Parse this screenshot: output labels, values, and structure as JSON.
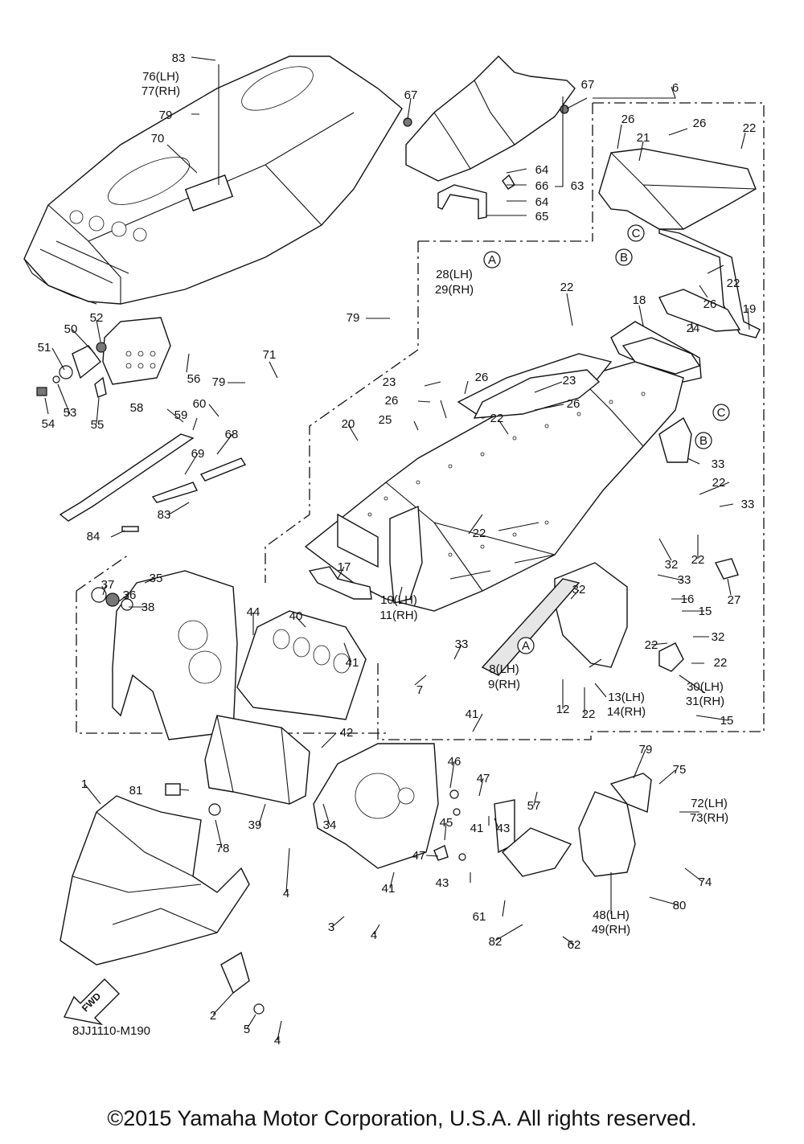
{
  "diagram": {
    "code": "8JJ1110-M190",
    "fwd_label": "FWD",
    "callout_letters": [
      "A",
      "B",
      "C"
    ],
    "part_labels": [
      {
        "id": "p83a",
        "text": "83"
      },
      {
        "id": "p76",
        "text": "76(LH)"
      },
      {
        "id": "p77",
        "text": "77(RH)"
      },
      {
        "id": "p79a",
        "text": "79"
      },
      {
        "id": "p70",
        "text": "70"
      },
      {
        "id": "p67a",
        "text": "67"
      },
      {
        "id": "p67b",
        "text": "67"
      },
      {
        "id": "p6",
        "text": "6"
      },
      {
        "id": "p26a",
        "text": "26"
      },
      {
        "id": "p21",
        "text": "21"
      },
      {
        "id": "p26b",
        "text": "26"
      },
      {
        "id": "p22a",
        "text": "22"
      },
      {
        "id": "p64a",
        "text": "64"
      },
      {
        "id": "p66",
        "text": "66"
      },
      {
        "id": "p63",
        "text": "63"
      },
      {
        "id": "p64b",
        "text": "64"
      },
      {
        "id": "p65",
        "text": "65"
      },
      {
        "id": "p22b",
        "text": "22"
      },
      {
        "id": "p26c",
        "text": "26"
      },
      {
        "id": "p28",
        "text": "28(LH)"
      },
      {
        "id": "p29",
        "text": "29(RH)"
      },
      {
        "id": "p22c",
        "text": "22"
      },
      {
        "id": "p18",
        "text": "18"
      },
      {
        "id": "p19",
        "text": "19"
      },
      {
        "id": "p24",
        "text": "24"
      },
      {
        "id": "p79b",
        "text": "79"
      },
      {
        "id": "p52",
        "text": "52"
      },
      {
        "id": "p50",
        "text": "50"
      },
      {
        "id": "p51",
        "text": "51"
      },
      {
        "id": "p56",
        "text": "56"
      },
      {
        "id": "p54",
        "text": "54"
      },
      {
        "id": "p53",
        "text": "53"
      },
      {
        "id": "p55",
        "text": "55"
      },
      {
        "id": "p71",
        "text": "71"
      },
      {
        "id": "p79c",
        "text": "79"
      },
      {
        "id": "p23a",
        "text": "23"
      },
      {
        "id": "p26d",
        "text": "26"
      },
      {
        "id": "p23b",
        "text": "23"
      },
      {
        "id": "p26e",
        "text": "26"
      },
      {
        "id": "p26f",
        "text": "26"
      },
      {
        "id": "p25",
        "text": "25"
      },
      {
        "id": "p22d",
        "text": "22"
      },
      {
        "id": "p60",
        "text": "60"
      },
      {
        "id": "p58",
        "text": "58"
      },
      {
        "id": "p59",
        "text": "59"
      },
      {
        "id": "p20",
        "text": "20"
      },
      {
        "id": "p68",
        "text": "68"
      },
      {
        "id": "p69",
        "text": "69"
      },
      {
        "id": "p33a",
        "text": "33"
      },
      {
        "id": "p22e",
        "text": "22"
      },
      {
        "id": "p33b",
        "text": "33"
      },
      {
        "id": "p83b",
        "text": "83"
      },
      {
        "id": "p22f",
        "text": "22"
      },
      {
        "id": "p84",
        "text": "84"
      },
      {
        "id": "p32a",
        "text": "32"
      },
      {
        "id": "p22g",
        "text": "22"
      },
      {
        "id": "p27",
        "text": "27"
      },
      {
        "id": "p35",
        "text": "35"
      },
      {
        "id": "p17",
        "text": "17"
      },
      {
        "id": "p37",
        "text": "37"
      },
      {
        "id": "p36",
        "text": "36"
      },
      {
        "id": "p38",
        "text": "38"
      },
      {
        "id": "p33c",
        "text": "33"
      },
      {
        "id": "p16",
        "text": "16"
      },
      {
        "id": "p15a",
        "text": "15"
      },
      {
        "id": "p44",
        "text": "44"
      },
      {
        "id": "p40",
        "text": "40"
      },
      {
        "id": "p32b",
        "text": "32"
      },
      {
        "id": "p10",
        "text": "10(LH)"
      },
      {
        "id": "p11",
        "text": "11(RH)"
      },
      {
        "id": "p22h",
        "text": "22"
      },
      {
        "id": "p32c",
        "text": "32"
      },
      {
        "id": "p41a",
        "text": "41"
      },
      {
        "id": "p33d",
        "text": "33"
      },
      {
        "id": "p22i",
        "text": "22"
      },
      {
        "id": "p8",
        "text": "8(LH)"
      },
      {
        "id": "p9",
        "text": "9(RH)"
      },
      {
        "id": "p30",
        "text": "30(LH)"
      },
      {
        "id": "p7",
        "text": "7"
      },
      {
        "id": "p31",
        "text": "31(RH)"
      },
      {
        "id": "p13",
        "text": "13(LH)"
      },
      {
        "id": "p14",
        "text": "14(RH)"
      },
      {
        "id": "p12",
        "text": "12"
      },
      {
        "id": "p22j",
        "text": "22"
      },
      {
        "id": "p15b",
        "text": "15"
      },
      {
        "id": "p41b",
        "text": "41"
      },
      {
        "id": "p42",
        "text": "42"
      },
      {
        "id": "p79d",
        "text": "79"
      },
      {
        "id": "p75",
        "text": "75"
      },
      {
        "id": "p46",
        "text": "46"
      },
      {
        "id": "p47a",
        "text": "47"
      },
      {
        "id": "p72",
        "text": "72(LH)"
      },
      {
        "id": "p73",
        "text": "73(RH)"
      },
      {
        "id": "p1",
        "text": "1"
      },
      {
        "id": "p57",
        "text": "57"
      },
      {
        "id": "p81",
        "text": "81"
      },
      {
        "id": "p39",
        "text": "39"
      },
      {
        "id": "p34",
        "text": "34"
      },
      {
        "id": "p45",
        "text": "45"
      },
      {
        "id": "p43a",
        "text": "43"
      },
      {
        "id": "p41c",
        "text": "41"
      },
      {
        "id": "p78",
        "text": "78"
      },
      {
        "id": "p47b",
        "text": "47"
      },
      {
        "id": "p74",
        "text": "74"
      },
      {
        "id": "p43b",
        "text": "43"
      },
      {
        "id": "p41d",
        "text": "41"
      },
      {
        "id": "p4a",
        "text": "4"
      },
      {
        "id": "p80",
        "text": "80"
      },
      {
        "id": "p61",
        "text": "61"
      },
      {
        "id": "p48",
        "text": "48(LH)"
      },
      {
        "id": "p49",
        "text": "49(RH)"
      },
      {
        "id": "p3",
        "text": "3"
      },
      {
        "id": "p4b",
        "text": "4"
      },
      {
        "id": "p82",
        "text": "82"
      },
      {
        "id": "p62",
        "text": "62"
      },
      {
        "id": "p2",
        "text": "2"
      },
      {
        "id": "p5",
        "text": "5"
      },
      {
        "id": "p4c",
        "text": "4"
      }
    ]
  },
  "footer": {
    "copyright": "©2015 Yamaha Motor Corporation, U.S.A. All rights reserved."
  }
}
